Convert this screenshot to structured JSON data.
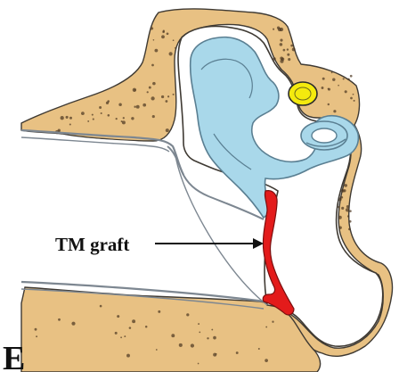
{
  "figure": {
    "panel_letter": "E",
    "annotations": [
      {
        "id": "tm-graft",
        "text": "TM graft"
      }
    ]
  },
  "colors": {
    "bone": "#e8c183",
    "bone_dark": "#b0833d",
    "bone_speckle": "#4a3520",
    "labyrinth": "#a9d8ea",
    "labyrinth_outline": "#5a7f92",
    "graft": "#e31b1b",
    "graft_outline": "#7a0f0f",
    "canal_line": "#7d8791",
    "yellow_structure": "#f4ea0e",
    "outline": "#3f3a33"
  }
}
